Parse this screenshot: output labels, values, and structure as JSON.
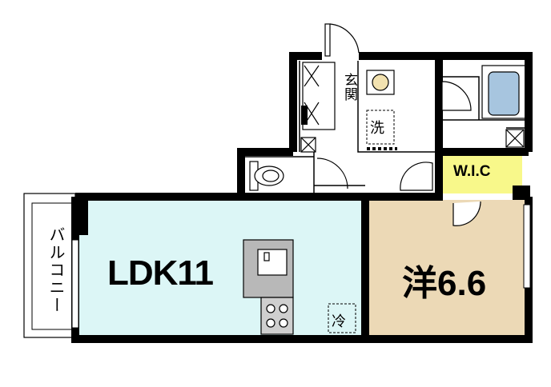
{
  "rooms": {
    "ldk": "LDK11",
    "western": "洋6.6",
    "wic": "W.I.C",
    "entrance": "玄関",
    "washroom": "洗",
    "fridge": "冷",
    "balcony": "バルコニー"
  },
  "colors": {
    "ldk_fill": "#dcf6f6",
    "western_fill": "#ecd9b6",
    "wic_fill": "#f8f88a",
    "bath_fill": "#a7c5df",
    "wall": "#000000"
  }
}
